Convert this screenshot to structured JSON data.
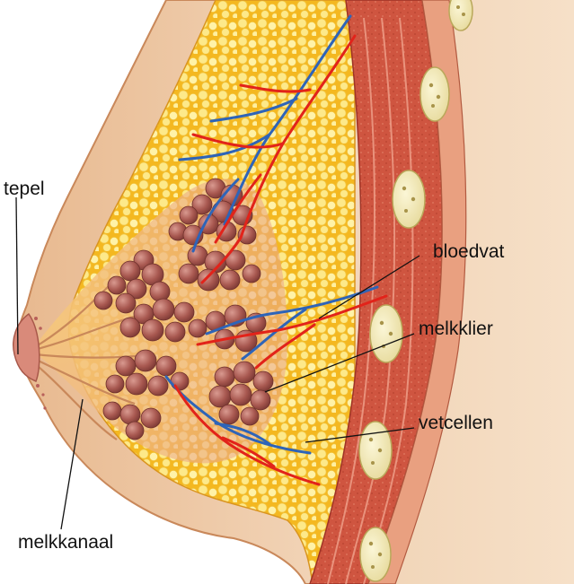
{
  "labels": {
    "nipple": "tepel",
    "blood_vessel": "bloedvat",
    "mammary_gland": "melkklier",
    "fat_cells": "vetcellen",
    "milk_duct": "melkkanaal"
  },
  "colors": {
    "skin": "#f2d2b4",
    "skin_edge": "#c9885a",
    "fat": "#f7c92f",
    "fat_cell": "#fde98a",
    "gland": "#b4625a",
    "muscle": "#c7503d",
    "artery": "#e2231a",
    "vein": "#2e64b8",
    "rib": "#f3eab7"
  }
}
